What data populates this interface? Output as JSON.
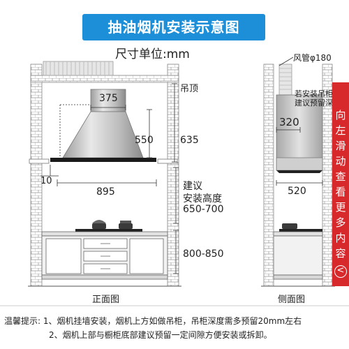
{
  "header": {
    "title": "抽油烟机安装示意图",
    "unit": "尺寸单位:mm"
  },
  "front_view": {
    "ceiling_label": "吊顶",
    "dim_width_top": "375",
    "dim_height_upper": "550",
    "dim_height_total": "635",
    "dim_gap": "10",
    "dim_width_bottom": "895",
    "install_note_line1": "建议",
    "install_note_line2": "安装高度",
    "install_note_line3": "650-700",
    "counter_height": "800-850",
    "caption": "正面图"
  },
  "side_view": {
    "duct_label": "风管φ180",
    "cabinet_note_line1": "若安装吊柜时",
    "cabinet_note_line2": "建议预留深度",
    "dim_depth_top": "320",
    "dim_depth_bottom": "520",
    "caption": "侧面图"
  },
  "side_tab": {
    "chars": [
      "向",
      "左",
      "滑",
      "动",
      "查",
      "看",
      "更",
      "多",
      "内",
      "容"
    ],
    "chevron": "<"
  },
  "tips": {
    "line1": "温馨提示: 1、烟机挂墙安装，烟机上方如做吊柜，吊柜深度需多预留20mm左右",
    "line2": "2、烟机上部与橱柜底部建议预留一定间隙方便安装或拆卸。"
  },
  "colors": {
    "title_bg": "#1d8ed8",
    "side_tab_bg": "#d7282b",
    "brick": "#c9c9c9"
  }
}
